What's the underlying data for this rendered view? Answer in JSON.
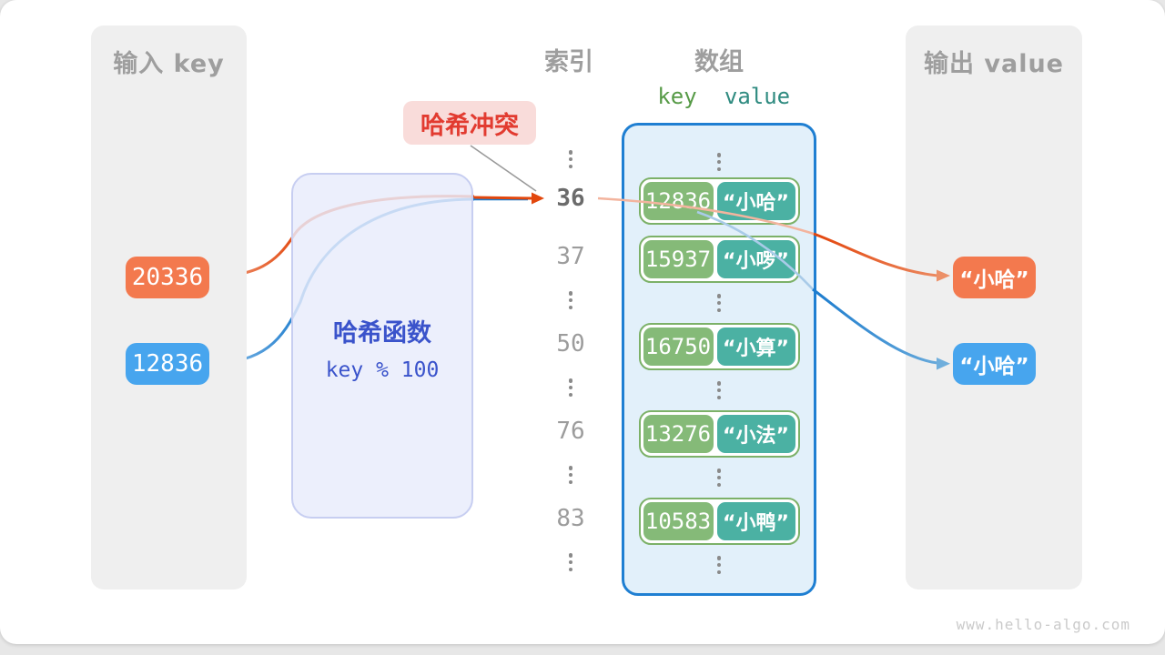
{
  "input_panel": {
    "title": "输入 key",
    "items": [
      {
        "label": "20336",
        "color": "orange"
      },
      {
        "label": "12836",
        "color": "blue"
      }
    ]
  },
  "hash_box": {
    "title": "哈希函数",
    "formula": "key % 100"
  },
  "collision_label": {
    "text": "哈希冲突"
  },
  "index_column": {
    "title": "索引",
    "items": [
      {
        "type": "dots"
      },
      {
        "type": "num",
        "label": "36",
        "highlight": true
      },
      {
        "type": "num",
        "label": "37"
      },
      {
        "type": "dots"
      },
      {
        "type": "num",
        "label": "50"
      },
      {
        "type": "dots"
      },
      {
        "type": "num",
        "label": "76"
      },
      {
        "type": "dots"
      },
      {
        "type": "num",
        "label": "83"
      },
      {
        "type": "dots"
      }
    ]
  },
  "array_panel": {
    "title": "数组",
    "key_header": "key",
    "value_header": "value",
    "rows": [
      {
        "type": "dots"
      },
      {
        "type": "pair",
        "key": "12836",
        "value": "“小哈”"
      },
      {
        "type": "pair",
        "key": "15937",
        "value": "“小啰”"
      },
      {
        "type": "dots"
      },
      {
        "type": "pair",
        "key": "16750",
        "value": "“小算”"
      },
      {
        "type": "dots"
      },
      {
        "type": "pair",
        "key": "13276",
        "value": "“小法”"
      },
      {
        "type": "dots"
      },
      {
        "type": "pair",
        "key": "10583",
        "value": "“小鸭”"
      },
      {
        "type": "dots"
      }
    ]
  },
  "output_panel": {
    "title": "输出 value",
    "items": [
      {
        "label": "“小哈”",
        "color": "orange"
      },
      {
        "label": "“小哈”",
        "color": "blue"
      }
    ]
  },
  "watermark": "www.hello-algo.com",
  "colors": {
    "key_orange": "#f3794e",
    "key_blue": "#47a5ee",
    "arrow_orange": "#e2470d",
    "arrow_blue": "#1c7cce",
    "hash_box_fill": "#e8ecfb",
    "hash_box_border": "#c7cef1",
    "hash_text": "#3a53cb",
    "collision_bg": "#f9dcda",
    "collision_text": "#e23b30",
    "array_panel_fill": "#e2f0fa",
    "array_panel_border": "#1f7fd2",
    "pair_border_green": "#7cb168",
    "pair_key_green": "#85ba78",
    "pair_value_teal": "#4bb1a3",
    "key_header_green": "#569a46",
    "value_header_teal": "#2f8b80",
    "panel_gray": "#efefef",
    "muted_text": "#9e9e9e"
  }
}
